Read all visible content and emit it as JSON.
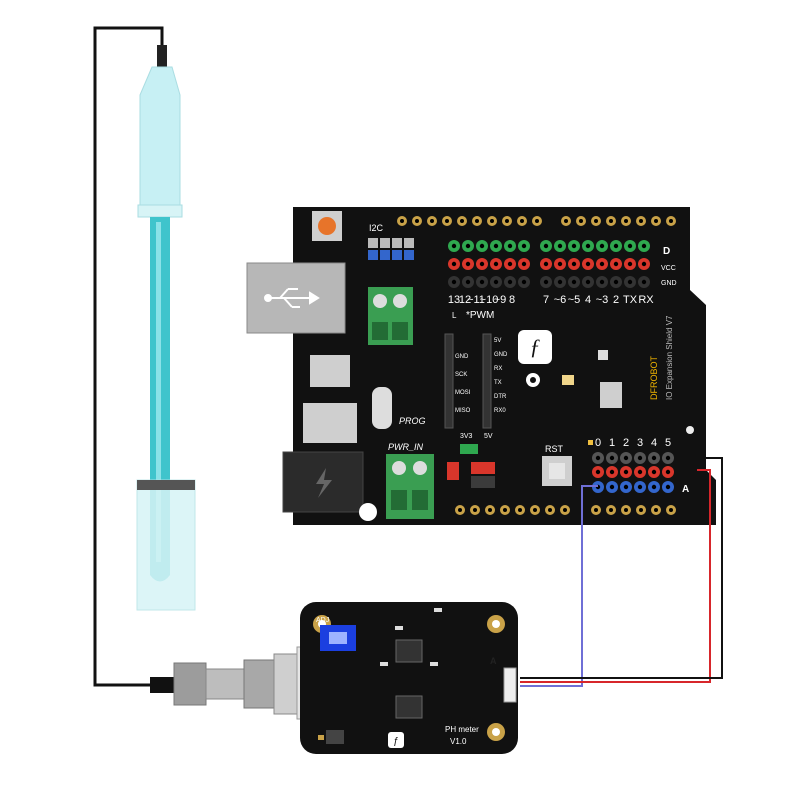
{
  "board": {
    "i2c_label": "I2C",
    "digital_marker": "D",
    "vcc_label": "VCC",
    "gnd_label": "GND",
    "analog_marker": "A",
    "digital_pins": [
      "13",
      "12",
      "~11",
      "~10",
      "~9",
      "8",
      "7",
      "~6",
      "~5",
      "4",
      "~3",
      "2",
      "TX",
      "RX"
    ],
    "pwm_label": "*PWM",
    "led_label": "L",
    "spi_labels": [
      "GND",
      "SCK",
      "MOSI",
      "MISO"
    ],
    "serial_labels": [
      "5V",
      "GND",
      "RX",
      "TX",
      "DTR",
      "RX0"
    ],
    "prog_label": "PROG",
    "pwr_in_label": "PWR_IN",
    "rst_label": "RST",
    "voltage_labels": [
      "3V3",
      "5V"
    ],
    "analog_pins": [
      "0",
      "1",
      "2",
      "3",
      "4",
      "5"
    ],
    "brand_text": "DFROBOT",
    "shield_title": "IO Expansion Shield V7"
  },
  "ph_module": {
    "adj_label": "ADJ",
    "analog_marker": "A",
    "model_label": "PH meter",
    "version_label": "V1.0"
  },
  "colors": {
    "board": "#111111",
    "header_green": "#2fa84f",
    "header_red": "#d9362b",
    "header_blue": "#3366cc",
    "terminal_green": "#3a9e52",
    "probe_cyan": "#3fc4cc",
    "probe_body": "#c7f0f4",
    "wire_red": "#d7262b",
    "wire_blue": "#6f6fd6",
    "wire_black": "#111111",
    "gold": "#c9a248"
  },
  "icons": [
    "usb-icon",
    "power-icon",
    "dfrobot-logo-icon",
    "gear-icon"
  ]
}
